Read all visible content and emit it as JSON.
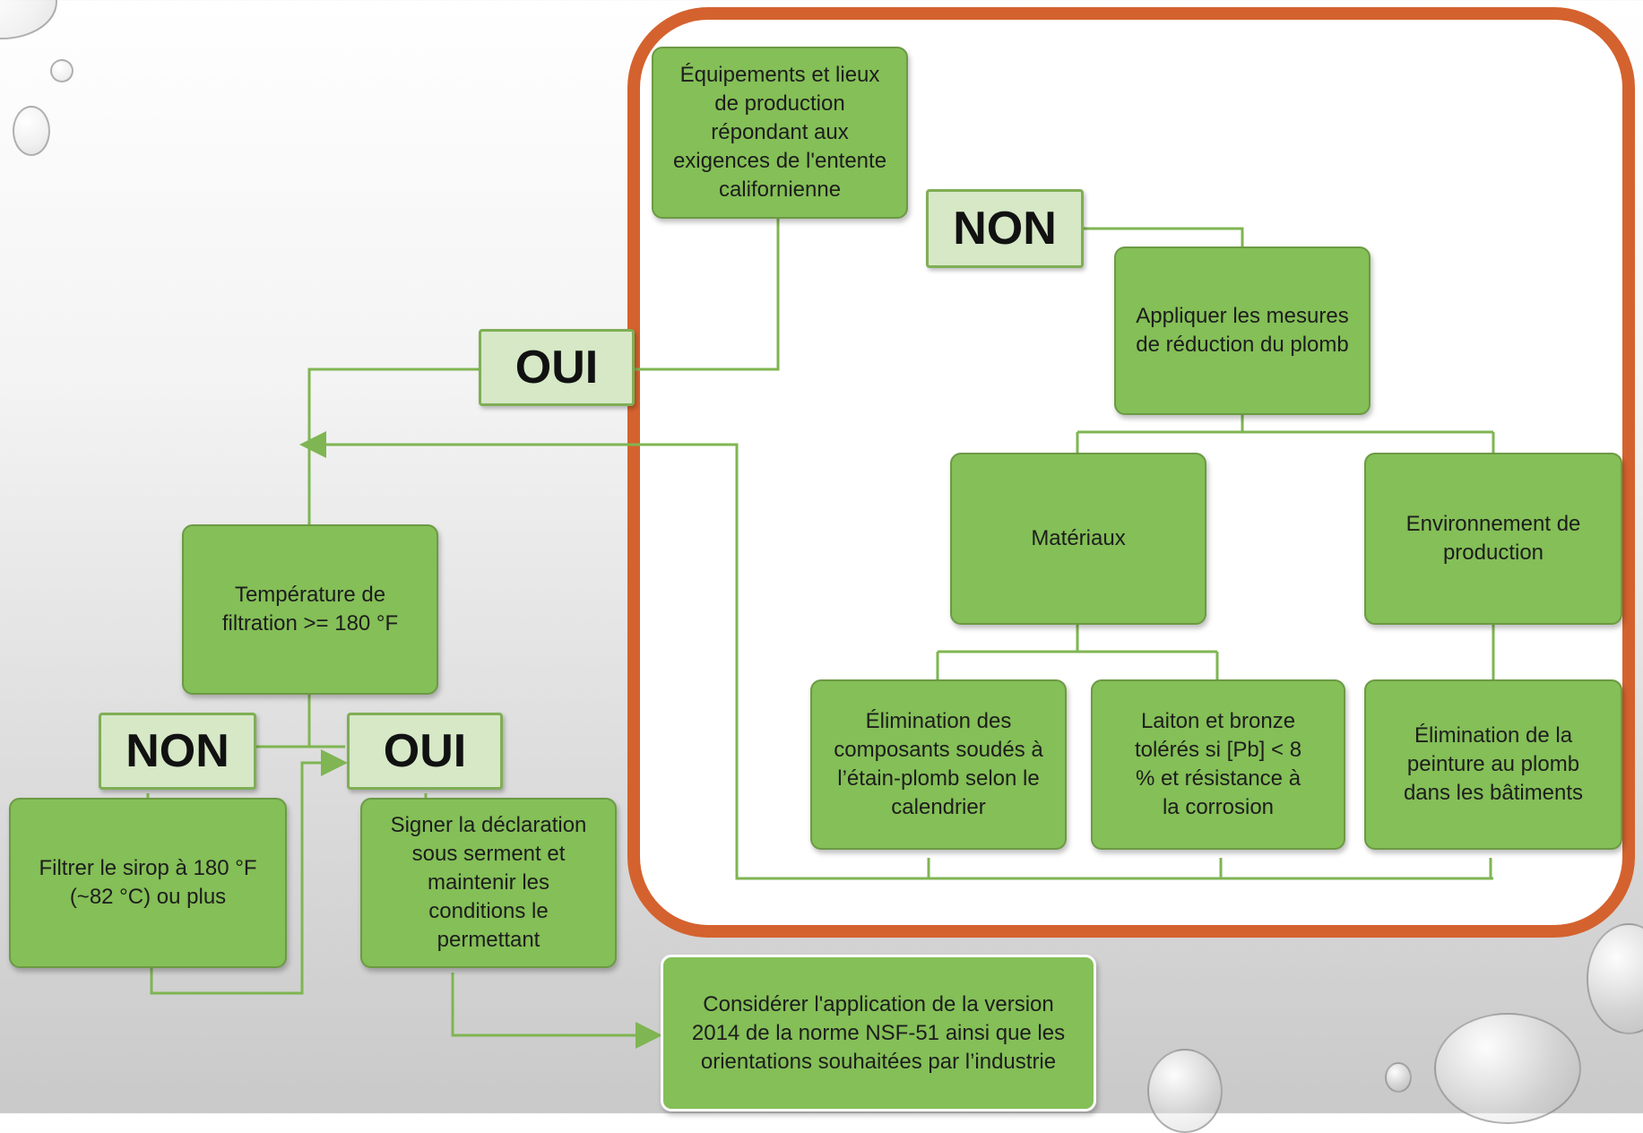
{
  "flowchart": {
    "top_box": "Équipements et lieux de production répondant aux exigences de l'entente californienne",
    "tag_non_top": "NON",
    "tag_oui_top": "OUI",
    "reduce_box": "Appliquer les mesures de réduction du plomb",
    "materials_box": "Matériaux",
    "environment_box": "Environnement de production",
    "elimination_box": "Élimination des composants soudés à l’étain-plomb selon le calendrier",
    "brass_box": "Laiton et bronze tolérés si [Pb] < 8 % et résistance à la corrosion",
    "paint_box": "Élimination de la peinture au plomb dans les bâtiments",
    "temperature_box": "Température de filtration >= 180 °F",
    "tag_non_bottom": "NON",
    "tag_oui_bottom": "OUI",
    "filter_box": "Filtrer le sirop à 180 °F (~82 °C) ou plus",
    "sign_box": "Signer la déclaration sous serment et maintenir les conditions le permettant",
    "consider_box": "Considérer l'application de la version 2014 de la norme NSF-51 ainsi que les orientations souhaitées par l’industrie"
  },
  "colors": {
    "box_fill": "#84bf57",
    "tag_fill": "#d6e8c6",
    "frame_border": "#d4622e",
    "line": "#7fb552"
  }
}
